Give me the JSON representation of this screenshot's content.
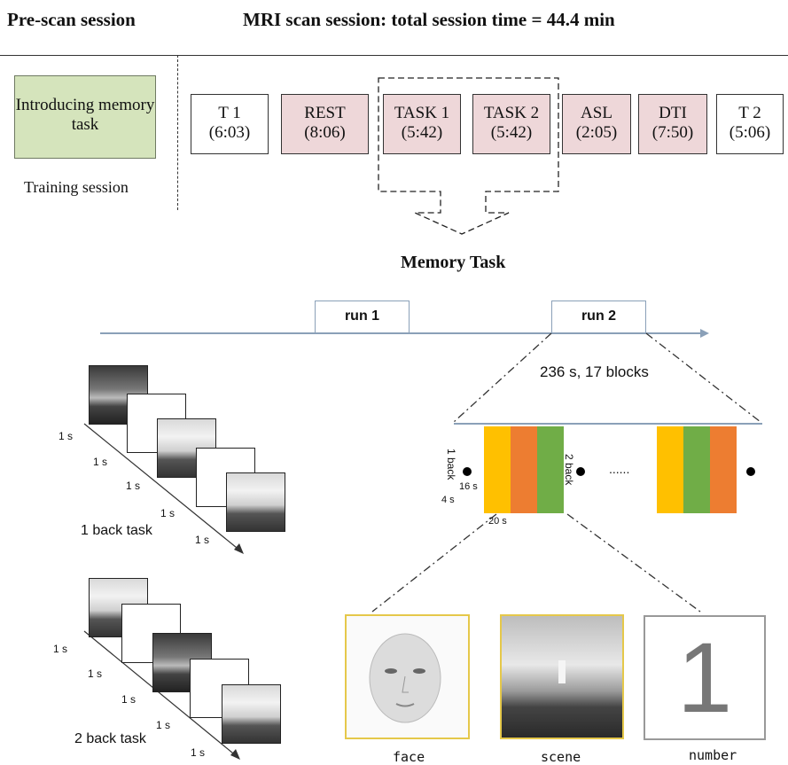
{
  "header": {
    "prescan": "Pre-scan session",
    "mri": "MRI scan session: total session time = 44.4 min"
  },
  "training": {
    "box_label": "Introducing memory task",
    "caption": "Training session"
  },
  "scans": [
    {
      "name": "T 1",
      "time": "(6:03)",
      "color": "#ffffff"
    },
    {
      "name": "REST",
      "time": "(8:06)",
      "color": "#eed7d9"
    },
    {
      "name": "TASK 1",
      "time": "(5:42)",
      "color": "#eed7d9"
    },
    {
      "name": "TASK 2",
      "time": "(5:42)",
      "color": "#eed7d9"
    },
    {
      "name": "ASL",
      "time": "(2:05)",
      "color": "#eed7d9"
    },
    {
      "name": "DTI",
      "time": "(7:50)",
      "color": "#eed7d9"
    },
    {
      "name": "T 2",
      "time": "(5:06)",
      "color": "#ffffff"
    }
  ],
  "memory_task": {
    "title": "Memory Task",
    "run1": "run 1",
    "run2": "run 2",
    "run_info": "236 s, 17 blocks",
    "one_back_vertical": "1 back",
    "two_back_vertical": "2 back",
    "rest_duration": "4 s",
    "fixation_duration": "16 s",
    "block_duration": "20 s",
    "ellipsis": "......"
  },
  "one_back": {
    "label": "1 back task",
    "times": [
      "1 s",
      "1 s",
      "1 s",
      "1 s",
      "1 s"
    ]
  },
  "two_back": {
    "label": "2 back task",
    "times": [
      "1 s",
      "1 s",
      "1 s",
      "1 s",
      "1 s"
    ]
  },
  "stimuli": {
    "face": "face",
    "scene": "scene",
    "number": "number",
    "number_digit": "1"
  },
  "colors": {
    "yellow": "#ffc000",
    "orange": "#ed7d31",
    "green": "#70ad47",
    "axis": "#8aa0b8"
  }
}
